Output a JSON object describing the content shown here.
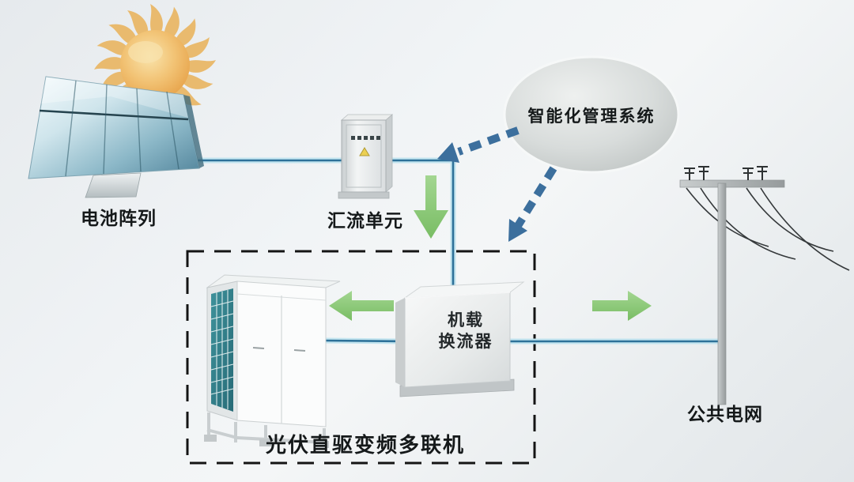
{
  "labels": {
    "battery_array": "电池阵列",
    "combiner_unit": "汇流单元",
    "management_system": "智能化管理系统",
    "converter_line1": "机载",
    "converter_line2": "换流器",
    "pv_system": "光伏直驱变频多联机",
    "public_grid": "公共电网"
  },
  "colors": {
    "energy_line_core": "#2d7199",
    "energy_line_glow": "#c2e4ef",
    "green_arrow": "#85c572",
    "control_arrow_blue": "#3c6f9d",
    "dashed_boundary": "#141414",
    "sun_core": "#efb95f",
    "sun_rays": "#e9ba6e",
    "panel_teal": "#5d91a6",
    "equipment_gray": "#e4e7e8",
    "grille_teal": "#2f7f88"
  },
  "icons": {
    "sun": "sun-icon",
    "solar_panel": "solar-panel-icon",
    "combiner_cabinet": "combiner-cabinet-icon",
    "management_bubble": "management-system-bubble",
    "outdoor_unit": "outdoor-unit-icon",
    "converter_box": "converter-box-icon",
    "power_pole": "power-pole-icon",
    "down_arrow": "green-down-arrow-icon",
    "left_arrow": "green-left-arrow-icon",
    "right_arrow": "green-right-arrow-icon",
    "control_arrow_a": "dashed-control-arrow-icon",
    "control_arrow_b": "dashed-control-arrow-icon"
  }
}
